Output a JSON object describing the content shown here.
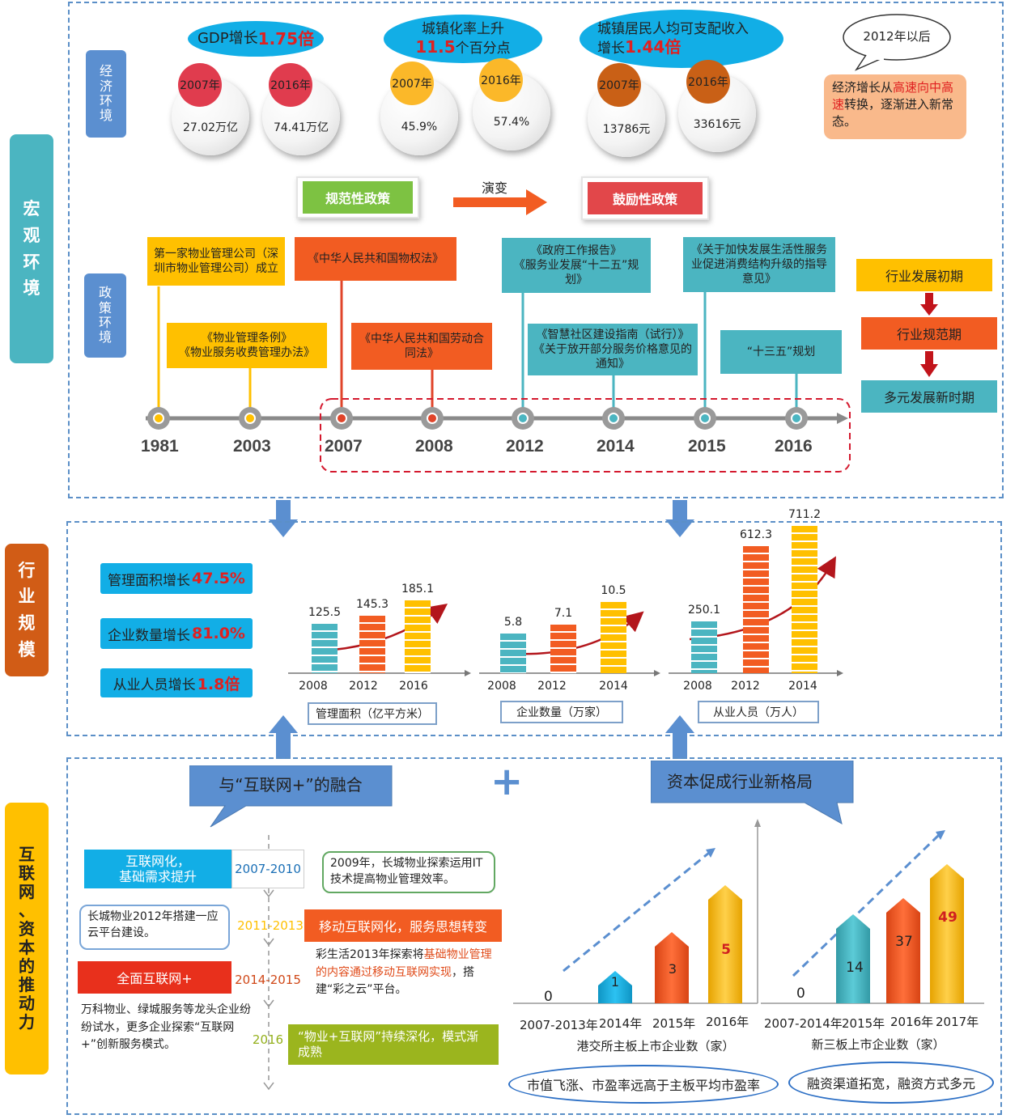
{
  "sidebar": {
    "macro": "宏\n观\n环\n境",
    "industry": "行\n业\n规\n模",
    "internet": "互\n联\n网\n、\n资\n本\n的\n推\n动\n力"
  },
  "labels": {
    "economic_env": "经\n济\n环\n境",
    "policy_env": "政\n策\n环\n境"
  },
  "economy": {
    "gdp": {
      "prefix": "GDP增长",
      "highlight": "1.75倍",
      "y1": "2007年",
      "v1": "27.02万亿",
      "y2": "2016年",
      "v2": "74.41万亿"
    },
    "urban": {
      "line1": "城镇化率上升",
      "highlight": "11.5",
      "suffix": "个百分点",
      "y1": "2007年",
      "v1": "45.9%",
      "y2": "2016年",
      "v2": "57.4%"
    },
    "income": {
      "line1": "城镇居民人均可支配收入",
      "prefix": "增长",
      "highlight": "1.44倍",
      "y1": "2007年",
      "v1": "13786元",
      "y2": "2016年",
      "v2": "33616元"
    },
    "since2012": "2012年以后",
    "note_pre": "经济增长从",
    "note_hl": "高速向中高速",
    "note_post": "转换，逐渐进入新常态。"
  },
  "policy": {
    "normative": "规范性政策",
    "evolve": "演变",
    "encouraging": "鼓励性政策",
    "items": {
      "p1981": "第一家物业管理公司（深圳市物业管理公司）成立",
      "p2003": "《物业管理条例》\n《物业服务收费管理办法》",
      "p2007": "《中华人民共和国物权法》",
      "p2008": "《中华人民共和国劳动合同法》",
      "p2012": "《政府工作报告》\n《服务业发展“十二五”规划》",
      "p2014": "《智慧社区建设指南（试行）》\n《关于放开部分服务价格意见的通知》",
      "p2015": "《关于加快发展生活性服务业促进消费结构升级的指导意见》",
      "p2016": "“十三五”规划"
    },
    "years": [
      "1981",
      "2003",
      "2007",
      "2008",
      "2012",
      "2014",
      "2015",
      "2016"
    ],
    "stages": [
      "行业发展初期",
      "行业规范期",
      "多元发展新时期"
    ]
  },
  "industry": {
    "stats": [
      {
        "prefix": "管理面积增长",
        "highlight": "47.5%"
      },
      {
        "prefix": "企业数量增长",
        "highlight": "81.0%"
      },
      {
        "prefix": "从业人员增长",
        "highlight": "1.8倍"
      }
    ],
    "captions": [
      "管理面积（亿平方米）",
      "企业数量（万家）",
      "从业人员（万人）"
    ]
  },
  "internet": {
    "title": "与“互联网+”的融合",
    "plus": "+",
    "capital_title": "资本促成行业新格局",
    "phases": [
      {
        "label": "互联网化，\n基础需求提升",
        "period": "2007-2010",
        "note": "2009年，长城物业探索运用IT技术提高物业管理效率。"
      },
      {
        "label": "移动互联网化，服务思想转变",
        "period": "2011-2013",
        "note": "长城物业2012年搭建一应云平台建设。"
      },
      {
        "label": "全面互联网+",
        "period": "2014-2015",
        "note_pre": "彩生活2013年探索将",
        "note_hl": "基础物业管理的内容通过移动互联网实现",
        "note_post": "，搭建“彩之云”平台。"
      },
      {
        "label": "“物业+互联网”持续深化，模式渐成熟",
        "period": "2016",
        "note": "万科物业、绿城服务等龙头企业纷纷试水，更多企业探索“互联网+”创新服务模式。"
      }
    ],
    "hk_caption": "港交所主板上市企业数（家）",
    "neeq_caption": "新三板上市企业数（家）",
    "oval1": "市值飞涨、市盈率远高于主板平均市盈率",
    "oval2": "融资渠道拓宽，融资方式多元"
  },
  "chart_data": [
    {
      "type": "bar",
      "title": "",
      "xlabel": "管理面积（亿平方米）",
      "categories": [
        "2008",
        "2012",
        "2016"
      ],
      "values": [
        125.5,
        145.3,
        185.1
      ],
      "colors": [
        "#4bb5c1",
        "#f25c22",
        "#ffc000"
      ]
    },
    {
      "type": "bar",
      "title": "",
      "xlabel": "企业数量（万家）",
      "categories": [
        "2008",
        "2012",
        "2014"
      ],
      "values": [
        5.8,
        7.1,
        10.5
      ],
      "colors": [
        "#4bb5c1",
        "#f25c22",
        "#ffc000"
      ]
    },
    {
      "type": "bar",
      "title": "",
      "xlabel": "从业人员（万人）",
      "categories": [
        "2008",
        "2012",
        "2014"
      ],
      "values": [
        250.1,
        612.3,
        711.2
      ],
      "colors": [
        "#4bb5c1",
        "#f25c22",
        "#ffc000"
      ]
    },
    {
      "type": "bar",
      "title": "",
      "xlabel": "港交所主板上市企业数（家）",
      "categories": [
        "2007-2013年",
        "2014年",
        "2015年",
        "2016年"
      ],
      "values": [
        0,
        1,
        3,
        5
      ],
      "colors": [
        "#12aee6",
        "#f25c22",
        "#ffc000"
      ]
    },
    {
      "type": "bar",
      "title": "",
      "xlabel": "新三板上市企业数（家）",
      "categories": [
        "2007-2014年",
        "2015年",
        "2016年",
        "2017年"
      ],
      "values": [
        0,
        14,
        37,
        49
      ],
      "colors": [
        "#4bb5c1",
        "#f25c22",
        "#ffc000"
      ]
    }
  ]
}
